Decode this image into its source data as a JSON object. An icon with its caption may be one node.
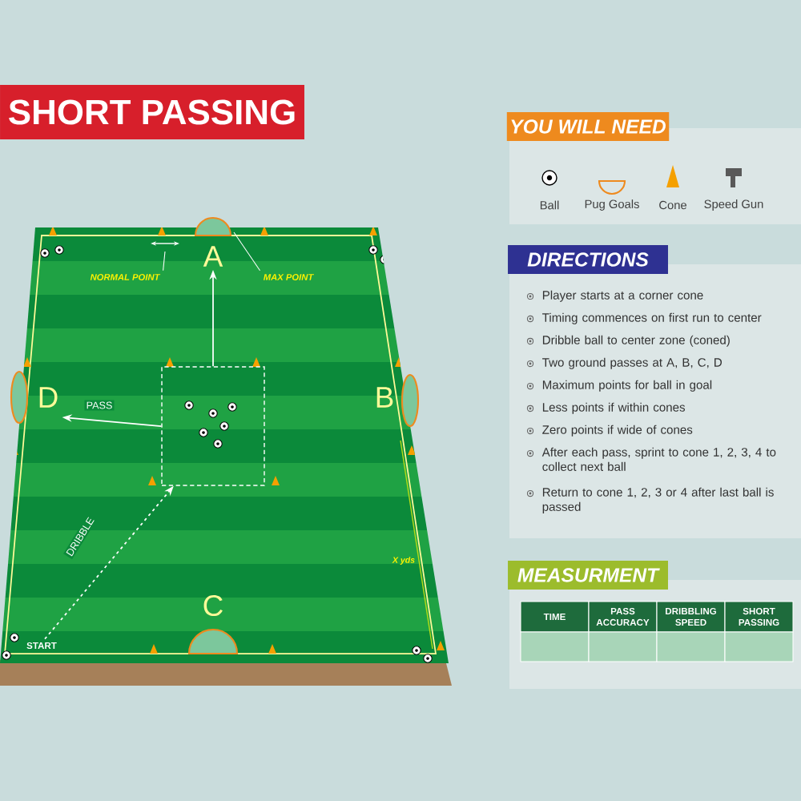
{
  "diagram": {
    "nodes": [
      {
        "text": [
          "SHORT PASSING"
        ]
      },
      {
        "text": [
          "A"
        ]
      },
      {
        "text": [
          "B"
        ]
      },
      {
        "text": [
          "C"
        ]
      },
      {
        "text": [
          "D"
        ]
      },
      {
        "text": [],
        "shape": "box"
      },
      {
        "text": [
          "START"
        ]
      },
      {
        "text": [
          "NORMAL POINT"
        ]
      },
      {
        "text": [
          "MAX POINT"
        ]
      },
      {
        "text": [
          "YOU WILL NEED"
        ]
      },
      {
        "text": [
          "DIRECTIONS"
        ]
      },
      {
        "text": [
          "MEASURMENT"
        ]
      }
    ],
    "edges": [
      {
        "from": 6,
        "to": 5,
        "arrow": "to",
        "label": "DRIBBLE",
        "style": "dashed"
      },
      {
        "from": 5,
        "to": 1,
        "arrow": "to"
      },
      {
        "from": 5,
        "to": 4,
        "arrow": "to",
        "label": "PASS"
      },
      {
        "from": 7,
        "to": null,
        "arrow": "none"
      },
      {
        "from": 8,
        "to": 1,
        "arrow": "none"
      }
    ],
    "labels": [
      "Ball",
      "Pug Goals",
      "Cone",
      "Speed Gun",
      "Player starts at a corner cone",
      "Timing commences on first run to center",
      "Dribble ball to center zone (coned)",
      "Two ground passes at A, B, C, D",
      "Maximum points for ball in goal",
      "Less points if within cones",
      "Zero points if wide of cones",
      "After each pass, sprint to cone 1, 2, 3, 4 to collect next ball",
      "Return to cone 1, 2, 3 or 4 after last ball is passed",
      "TIME",
      "PASS ACCURACY",
      "DRIBBLING SPEED",
      "SHORT PASSING",
      "X yds"
    ]
  }
}
